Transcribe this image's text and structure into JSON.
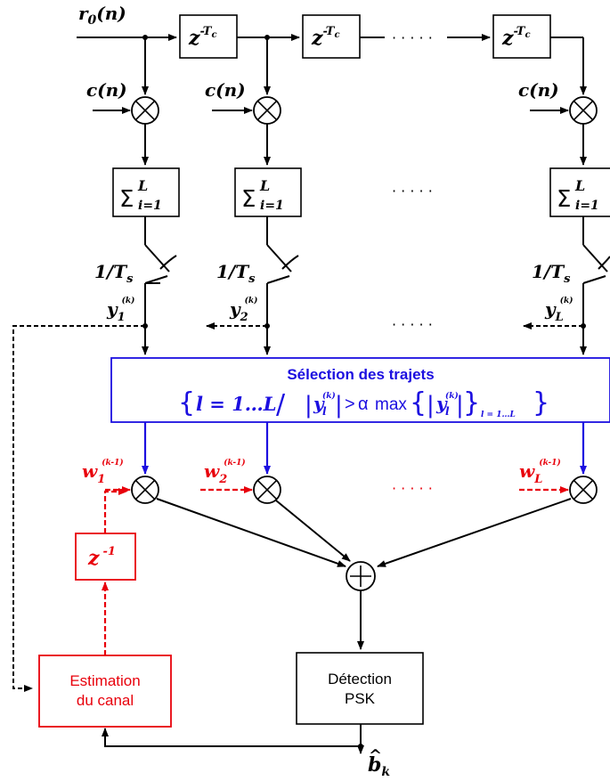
{
  "colors": {
    "black": "#000000",
    "red": "#e8000b",
    "blue": "#1c0fe0"
  },
  "input": {
    "r0_base": "r",
    "r0_sub": "0",
    "r0_arg": "(n)"
  },
  "delays": {
    "z_base": "z",
    "z_exp_minus": "-",
    "z_exp_T": "T",
    "z_exp_sub": "c"
  },
  "codes": {
    "c": "c(n)"
  },
  "sums": {
    "sigma": "Σ",
    "upper": "L",
    "lower": "i=1"
  },
  "sampler": {
    "label_num": "1/",
    "label_T": "T",
    "label_sub": "s"
  },
  "y": {
    "base": "y",
    "k": "(k)",
    "subs": [
      "1",
      "2",
      "L"
    ]
  },
  "dots": "· · · · ·",
  "selection": {
    "title": "Sélection des trajets",
    "l_eq": "l = 1…L",
    "slash": "/",
    "gt": ">",
    "alpha": "α",
    "max": "max",
    "y_sub": "l",
    "range": "l = 1…L"
  },
  "weights": {
    "base": "w",
    "exp": "(k-1)",
    "subs": [
      "1",
      "2",
      "L"
    ]
  },
  "zinv": {
    "base": "z",
    "exp": "-1"
  },
  "estimation": {
    "line1": "Estimation",
    "line2": "du canal"
  },
  "detection": {
    "line1": "Détection",
    "line2": "PSK"
  },
  "output": {
    "base": "b",
    "hat": "^",
    "sub": "k"
  },
  "icons": {
    "multiplier": "circle-times-icon",
    "adder": "circle-plus-icon",
    "switch": "sampling-switch-icon"
  }
}
